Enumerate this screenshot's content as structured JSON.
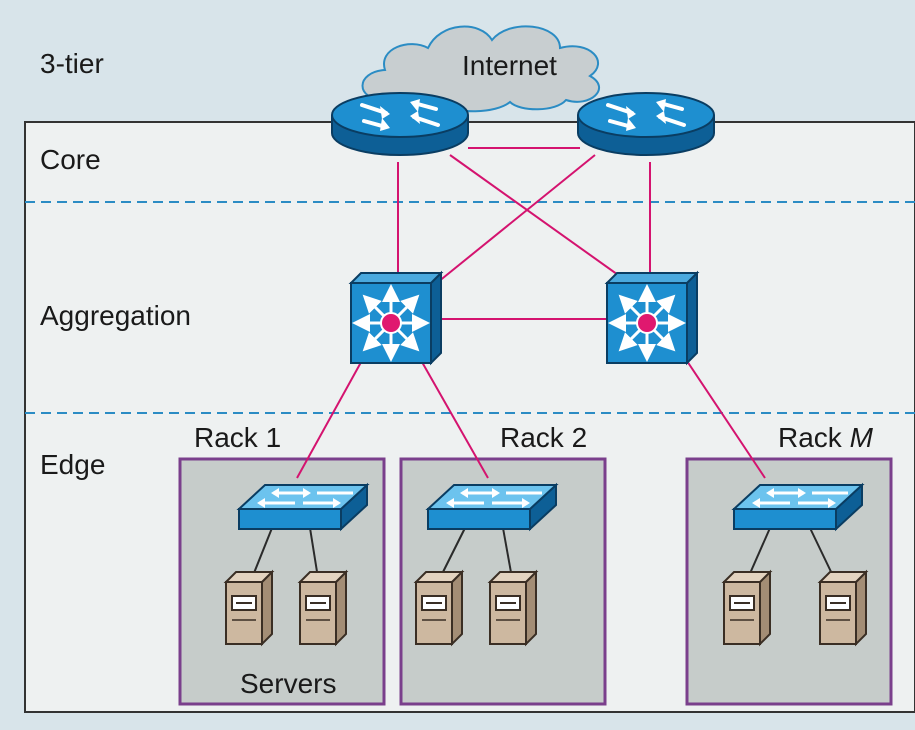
{
  "diagram": {
    "title": "3-tier",
    "cloud_label": "Internet",
    "layers": {
      "core": "Core",
      "aggregation": "Aggregation",
      "edge": "Edge"
    },
    "racks": [
      {
        "name": "Rack 1",
        "prefix": "Rack ",
        "suffix": "1",
        "suffix_italic": false
      },
      {
        "name": "Rack 2",
        "prefix": "Rack ",
        "suffix": "2",
        "suffix_italic": false
      },
      {
        "name": "Rack M",
        "prefix": "Rack ",
        "suffix": "M",
        "suffix_italic": true
      }
    ],
    "servers_label": "Servers",
    "nodes": {
      "core_routers": 2,
      "aggregation_switches": 2,
      "rack_switches": 3,
      "servers_per_rack": 2
    },
    "colors": {
      "background": "#d8e4ea",
      "frame_fill": "#eef1f1",
      "rack_fill": "#c6ccca",
      "rack_border": "#7a3f8c",
      "link": "#d4136f",
      "layer_divider": "#2b8cc4",
      "cloud_fill": "#c8ced0",
      "cloud_stroke": "#2b8cc4",
      "device_blue": "#1e8fd0",
      "device_light_blue": "#6cc3ee",
      "server_tan": "#cdb8a0"
    },
    "icons": [
      "cloud-icon",
      "router-icon",
      "multilayer-switch-icon",
      "switch-icon",
      "server-icon"
    ]
  }
}
